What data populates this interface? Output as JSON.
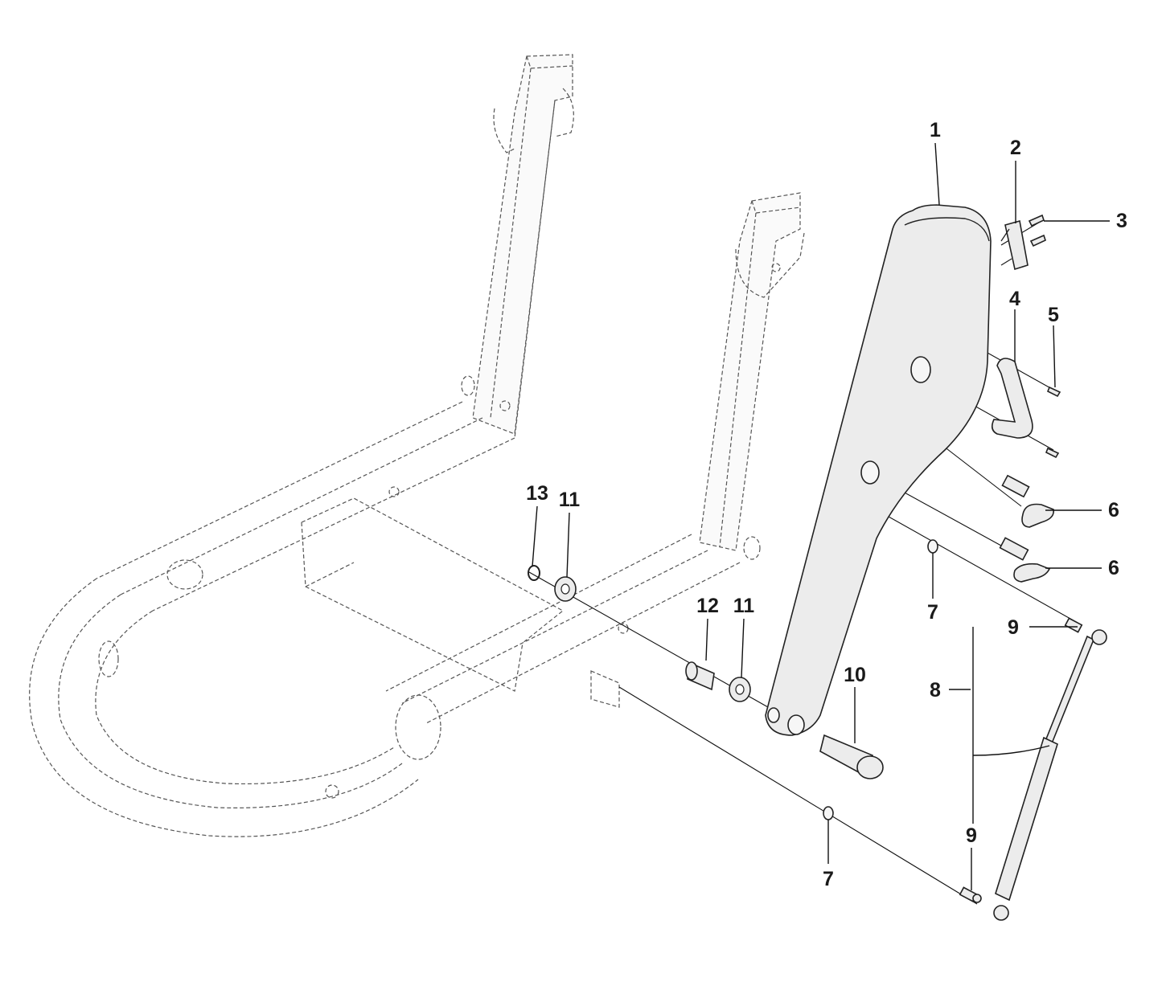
{
  "callouts": [
    {
      "id": "c1",
      "label": "1"
    },
    {
      "id": "c2",
      "label": "2"
    },
    {
      "id": "c3",
      "label": "3"
    },
    {
      "id": "c4",
      "label": "4"
    },
    {
      "id": "c5",
      "label": "5"
    },
    {
      "id": "c6a",
      "label": "6"
    },
    {
      "id": "c6b",
      "label": "6"
    },
    {
      "id": "c7a",
      "label": "7"
    },
    {
      "id": "c7b",
      "label": "7"
    },
    {
      "id": "c8",
      "label": "8"
    },
    {
      "id": "c9a",
      "label": "9"
    },
    {
      "id": "c9b",
      "label": "9"
    },
    {
      "id": "c10",
      "label": "10"
    },
    {
      "id": "c11a",
      "label": "11"
    },
    {
      "id": "c11b",
      "label": "11"
    },
    {
      "id": "c12",
      "label": "12"
    },
    {
      "id": "c13",
      "label": "13"
    }
  ]
}
